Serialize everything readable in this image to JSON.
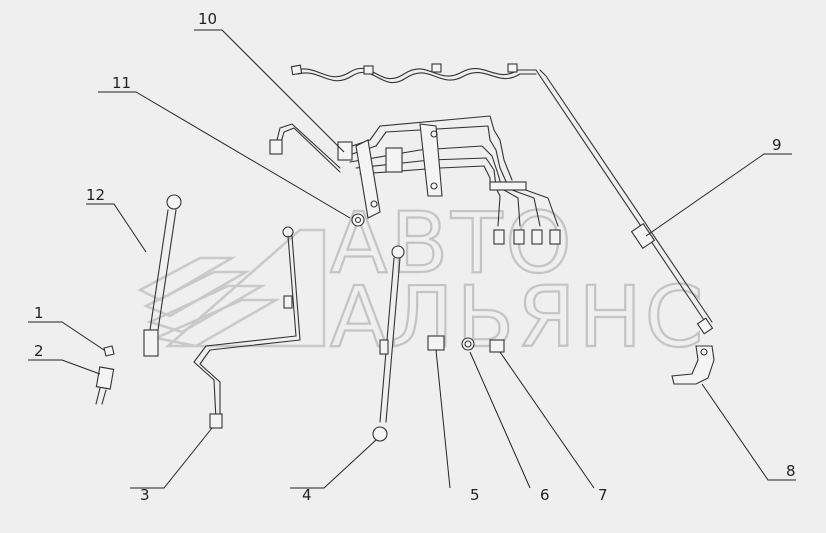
{
  "watermark": {
    "line1": "АВТО",
    "line2": "АЛЬЯНС"
  },
  "callouts": {
    "c1": "1",
    "c2": "2",
    "c3": "3",
    "c4": "4",
    "c5": "5",
    "c6": "6",
    "c7": "7",
    "c8": "8",
    "c9": "9",
    "c10": "10",
    "c11": "11",
    "c12": "12"
  }
}
